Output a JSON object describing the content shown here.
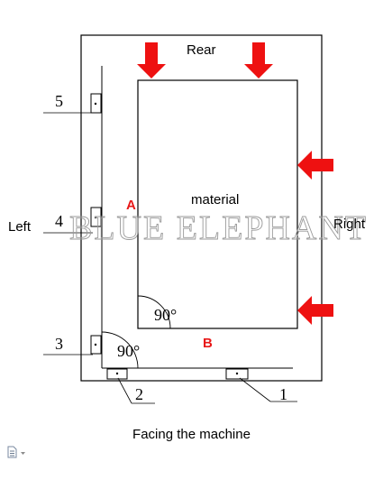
{
  "labels": {
    "rear": "Rear",
    "left": "Left",
    "right": "Right",
    "material": "material",
    "point_a": "A",
    "point_b": "B",
    "angle_material": "90°",
    "angle_corner": "90°",
    "watermark": "BLUE ELEPHANT",
    "caption": "Facing the machine"
  },
  "pins": [
    "1",
    "2",
    "3",
    "4",
    "5"
  ],
  "colors": {
    "arrow": "#ee1111",
    "label_red": "#e81818",
    "line": "#000000"
  },
  "icons": {
    "paste_options": "document-icon"
  }
}
